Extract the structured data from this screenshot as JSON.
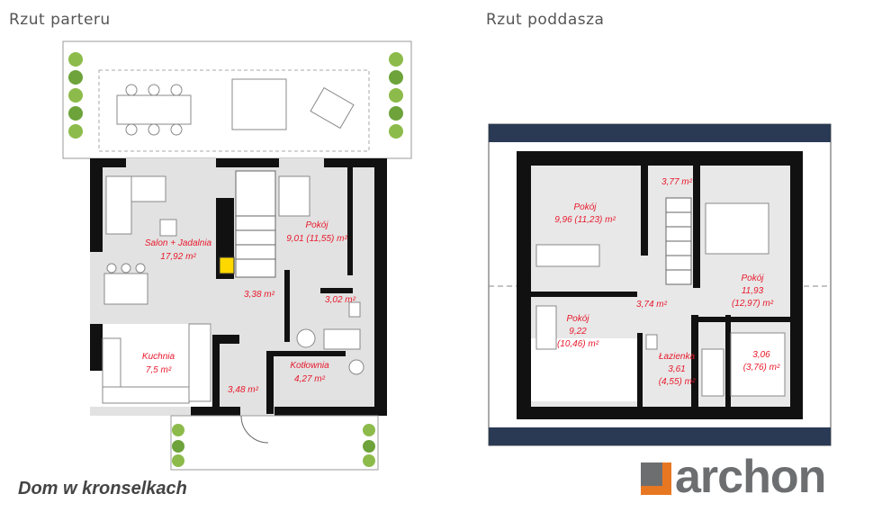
{
  "titles": {
    "ground": "Rzut parteru",
    "attic": "Rzut poddasza"
  },
  "house_name": "Dom w kronselkach",
  "logo": {
    "text": "archon",
    "colors": {
      "orange": "#e87722",
      "gray": "#6d6e70"
    }
  },
  "colors": {
    "wall": "#111111",
    "floor": "#e2e2e2",
    "room_label": "#e8192c",
    "blue_band": "#2a3a55"
  },
  "ground_floor": {
    "rooms": [
      {
        "id": "salon",
        "name": "Salon + Jadalnia",
        "area": "17,92 m²"
      },
      {
        "id": "pokoj",
        "name": "Pokój",
        "area": "9,01 (11,55) m²"
      },
      {
        "id": "hall",
        "name": "",
        "area": "3,38 m²"
      },
      {
        "id": "wc",
        "name": "",
        "area": "3,02 m²"
      },
      {
        "id": "kuchnia",
        "name": "Kuchnia",
        "area": "7,5 m²"
      },
      {
        "id": "kotlownia",
        "name": "Kotłownia",
        "area": "4,27 m²"
      },
      {
        "id": "wiatrolap",
        "name": "",
        "area": "3,48 m²"
      }
    ]
  },
  "attic": {
    "rooms": [
      {
        "id": "pokoj1",
        "name": "Pokój",
        "area": "9,96 (11,23) m²"
      },
      {
        "id": "small",
        "name": "",
        "area": "3,77 m²"
      },
      {
        "id": "pokoj2",
        "name": "Pokój",
        "area": "11,93",
        "area2": "(12,97) m²"
      },
      {
        "id": "corridor",
        "name": "",
        "area": "3,74 m²"
      },
      {
        "id": "pokoj3",
        "name": "Pokój",
        "area": "9,22",
        "area2": "(10,46) m²"
      },
      {
        "id": "lazienka",
        "name": "Łazienka",
        "area": "3,61",
        "area2": "(4,55) m²"
      },
      {
        "id": "garderoba",
        "name": "",
        "area": "3,06",
        "area2": "(3,76) m²"
      }
    ]
  }
}
